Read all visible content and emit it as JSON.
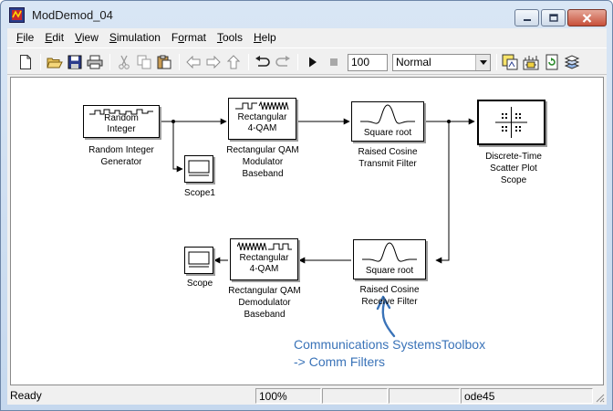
{
  "window": {
    "title": "ModDemod_04"
  },
  "menu": [
    {
      "label": "File",
      "accel": "F",
      "rest": "ile"
    },
    {
      "label": "Edit",
      "accel": "E",
      "rest": "dit"
    },
    {
      "label": "View",
      "accel": "V",
      "rest": "iew"
    },
    {
      "label": "Simulation",
      "accel": "S",
      "rest": "imulation"
    },
    {
      "label": "Format",
      "accel": "o",
      "pre": "F",
      "rest": "rmat"
    },
    {
      "label": "Tools",
      "accel": "T",
      "rest": "ools"
    },
    {
      "label": "Help",
      "accel": "H",
      "rest": "elp"
    }
  ],
  "toolbar": {
    "stop_time": "100",
    "sim_mode": "Normal",
    "icons": [
      "new-icon",
      "open-icon",
      "save-icon",
      "print-icon",
      "cut-icon",
      "copy-icon",
      "paste-icon",
      "back-icon",
      "forward-icon",
      "up-icon",
      "undo-icon",
      "redo-icon",
      "start-icon",
      "stop-icon",
      "build-icon",
      "update-icon",
      "refresh-icon",
      "library-icon"
    ]
  },
  "blocks": {
    "random_integer": {
      "line1": "Random",
      "line2": "Integer",
      "label1": "Random Integer",
      "label2": "Generator"
    },
    "qam_mod": {
      "line1": "Rectangular",
      "line2": "4-QAM",
      "label1": "Rectangular QAM",
      "label2": "Modulator",
      "label3": "Baseband"
    },
    "tx_filter": {
      "line1": "Square root",
      "label1": "Raised Cosine",
      "label2": "Transmit Filter"
    },
    "scatter": {
      "label1": "Discrete-Time",
      "label2": "Scatter Plot",
      "label3": "Scope"
    },
    "scope1": {
      "label": "Scope1"
    },
    "rx_filter": {
      "line1": "Square root",
      "label1": "Raised Cosine",
      "label2": "Receive Filter"
    },
    "qam_demod": {
      "line1": "Rectangular",
      "line2": "4-QAM",
      "label1": "Rectangular QAM",
      "label2": "Demodulator",
      "label3": "Baseband"
    },
    "scope": {
      "label": "Scope"
    }
  },
  "annotation": {
    "line1": "Communications SystemsToolbox",
    "line2": "-> Comm Filters",
    "color": "#3a73b8"
  },
  "status": {
    "state": "Ready",
    "zoom": "100%",
    "solver": "ode45"
  }
}
